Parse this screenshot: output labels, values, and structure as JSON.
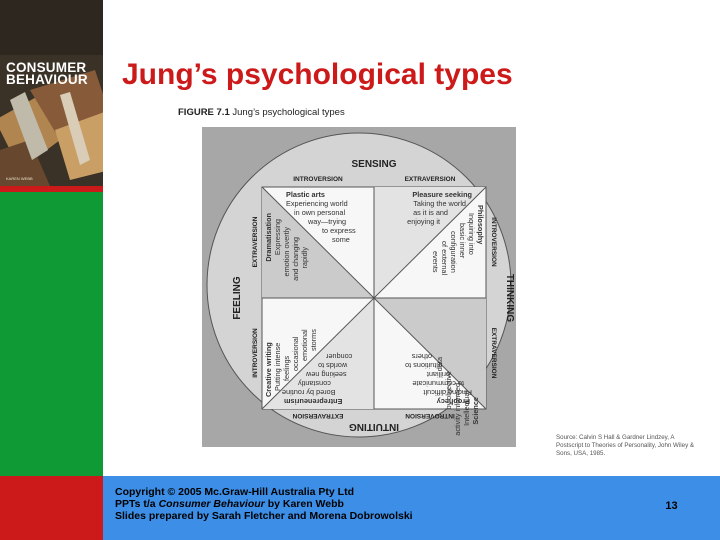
{
  "slide": {
    "title": "Jung’s psychological types",
    "page_number": "13"
  },
  "book_cover": {
    "title_line1": "CONSUMER",
    "title_line2": "BEHAVIOUR",
    "author": "KAREN WEBB"
  },
  "figure": {
    "caption_label": "FIGURE 7.1",
    "caption_text": "Jung’s psychological types",
    "axes": {
      "top": "SENSING",
      "bottom": "INTUITING",
      "left": "FEELING",
      "right": "THINKING"
    },
    "sub_axes": {
      "top_left": "INTROVERSION",
      "top_right": "EXTRAVERSION",
      "right_top": "INTROVERSION",
      "right_bottom": "EXTRAVERSION",
      "bottom_right": "INTROVERSION",
      "bottom_left": "EXTRAVERSION",
      "left_bottom": "INTROVERSION",
      "left_top": "EXTRAVERSION"
    },
    "segments": {
      "plastic_arts": {
        "title": "Plastic arts",
        "lines": [
          "Experiencing world",
          "in own personal",
          "way—trying",
          "to express",
          "some"
        ]
      },
      "dramatisation": {
        "title": "Dramatisation",
        "lines": [
          "Expressing",
          "emotion overtly",
          "and changing",
          "rapidly"
        ]
      },
      "pleasure_seeking": {
        "title": "Pleasure seeking",
        "lines": [
          "Taking the world",
          "as it is and",
          "enjoying it"
        ]
      },
      "philosophy": {
        "title": "Philosophy",
        "lines": [
          "Inquiring into",
          "basic inner",
          "configuration",
          "of external",
          "events"
        ]
      },
      "science": {
        "title": "Science",
        "lines": [
          "Intellectual",
          "activity informed",
          "by objective",
          "data"
        ]
      },
      "prophecy": {
        "title": "Prophecy",
        "lines": [
          "Finding difficult",
          "to communicate",
          "brilliant",
          "intuitions to",
          "others"
        ]
      },
      "entrepreneurism": {
        "title": "Entrepreneurism",
        "lines": [
          "Bored by routine",
          "constantly",
          "seeking new",
          "worlds to",
          "conquer"
        ]
      },
      "creative_writing": {
        "title": "Creative writing",
        "lines": [
          "Putting intense",
          "feelings",
          "occasional",
          "emotional",
          "storms"
        ]
      }
    },
    "source_note": "Source: Calvin S Hall & Gardner Lindzey, A Postscript to Theories of Personality, John Wiley & Sons, USA, 1985."
  },
  "footer": {
    "line1": "Copyright © 2005 Mc.Graw-Hill Australia Pty Ltd",
    "line2_prefix": "PPTs t/a ",
    "line2_book": "Consumer Behaviour",
    "line2_suffix": " by Karen Webb",
    "line3": "Slides prepared by Sarah Fletcher and Morena Dobrowolski"
  },
  "colors": {
    "brand_red": "#cc1a1a",
    "brand_green": "#109a36",
    "footer_blue": "#3c8ee6",
    "figure_grey": "#a7a7a7"
  }
}
